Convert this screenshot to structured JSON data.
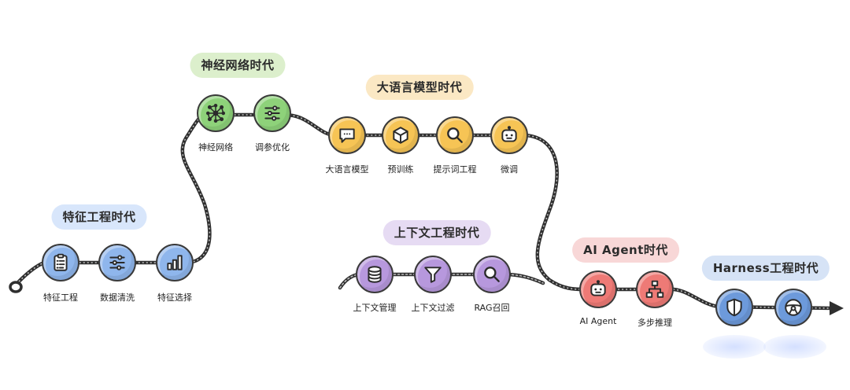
{
  "eras": [
    {
      "id": "feature",
      "title": "特征工程时代",
      "label_color": "#d8e6fb",
      "node_fill": "#8fb6ec",
      "nodes": [
        {
          "label": "特征工程",
          "icon": "clipboard-icon"
        },
        {
          "label": "数据清洗",
          "icon": "sliders-icon"
        },
        {
          "label": "特征选择",
          "icon": "bar-chart-icon"
        }
      ]
    },
    {
      "id": "neural",
      "title": "神经网络时代",
      "label_color": "#dcefcc",
      "node_fill": "#8ed27a",
      "nodes": [
        {
          "label": "神经网络",
          "icon": "network-icon"
        },
        {
          "label": "调参优化",
          "icon": "sliders-icon"
        }
      ]
    },
    {
      "id": "llm",
      "title": "大语言模型时代",
      "label_color": "#fbe8c4",
      "node_fill": "#f6c455",
      "nodes": [
        {
          "label": "大语言模型",
          "icon": "chat-icon"
        },
        {
          "label": "预训练",
          "icon": "cube-icon"
        },
        {
          "label": "提示词工程",
          "icon": "magnifier-icon"
        },
        {
          "label": "微调",
          "icon": "robot-icon"
        }
      ]
    },
    {
      "id": "context",
      "title": "上下文工程时代",
      "label_color": "#e6dbf3",
      "node_fill": "#b798dd",
      "nodes": [
        {
          "label": "上下文管理",
          "icon": "database-icon"
        },
        {
          "label": "上下文过滤",
          "icon": "funnel-icon"
        },
        {
          "label": "RAG召回",
          "icon": "magnifier-icon"
        }
      ]
    },
    {
      "id": "agent",
      "title": "AI Agent时代",
      "label_color": "#f8d7d7",
      "node_fill": "#ee7a76",
      "nodes": [
        {
          "label": "AI Agent",
          "icon": "robot-icon"
        },
        {
          "label": "多步推理",
          "icon": "hierarchy-icon"
        }
      ]
    },
    {
      "id": "harness",
      "title": "Harness工程时代",
      "label_color": "#d6e3f6",
      "node_fill": "#6d9adb",
      "nodes": [
        {
          "label": "",
          "icon": "shield-icon"
        },
        {
          "label": "",
          "icon": "steering-wheel-icon"
        }
      ]
    }
  ],
  "colors": {
    "rope": "#2f2f2f",
    "outline": "#3a3a3a"
  }
}
